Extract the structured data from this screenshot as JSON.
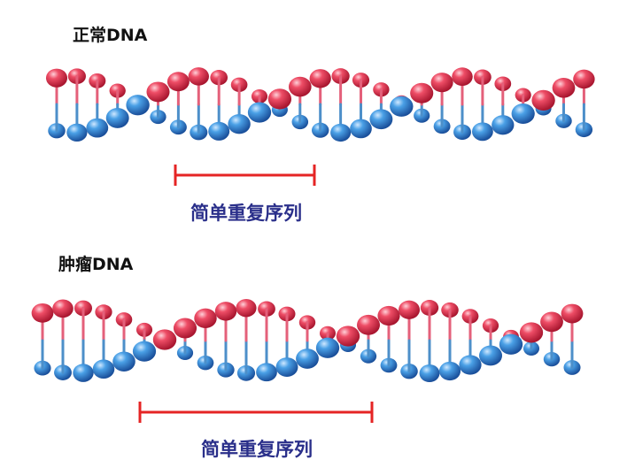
{
  "panels": [
    {
      "title": "正常DNA",
      "label": "简单重复序列"
    },
    {
      "title": "肿瘤DNA",
      "label": "简单重复序列"
    }
  ],
  "colors": {
    "blue_ball": "#2f86d1",
    "red_ball": "#e6415a",
    "bracket": "#e52424",
    "label": "#2a2f8a"
  }
}
